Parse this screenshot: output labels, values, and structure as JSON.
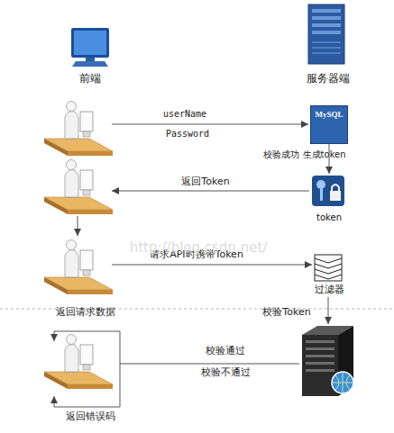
{
  "diagram": {
    "nodes": [
      {
        "text": [
          "前端"
        ]
      },
      {
        "text": [
          "服务器端"
        ]
      },
      {
        "text": [
          "MySQL"
        ]
      },
      {
        "text": [
          "token"
        ]
      },
      {
        "text": [
          "过滤器"
        ]
      }
    ],
    "edges": [
      {
        "from": 2,
        "to": 3,
        "arrow": "to",
        "label": "校验成功 生成token"
      }
    ],
    "labels": [
      "userName",
      "Password",
      "返回Token",
      "请求API时携带Token",
      "http://blog.csdn.net/",
      "返回请求数据",
      "校验Token",
      "校验通过",
      "校验不通过",
      "返回错误码"
    ]
  }
}
